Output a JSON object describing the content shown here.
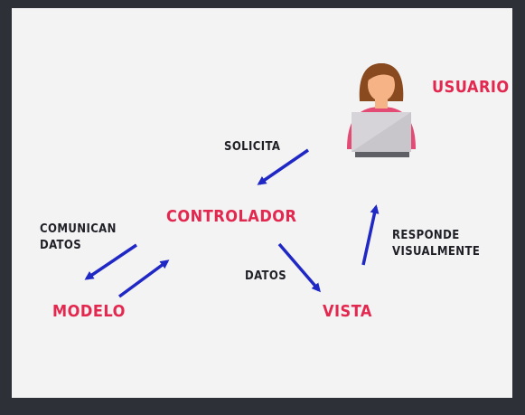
{
  "nodes": {
    "usuario": "USUARIO",
    "controlador": "CONTROLADOR",
    "modelo": "MODELO",
    "vista": "VISTA"
  },
  "edge_labels": {
    "solicita": "SOLICITA",
    "comunican_line1": "COMUNICAN",
    "comunican_line2": "DATOS",
    "datos": "DATOS",
    "responde_line1": "RESPONDE",
    "responde_line2": "VISUALMENTE"
  },
  "colors": {
    "node_text": "#e3284f",
    "arrow": "#1f27c4",
    "label_text": "#1e2026",
    "panel": "#f4f3f4",
    "frame": "#2d3036"
  },
  "icons": {
    "user": "woman-at-laptop-icon"
  }
}
